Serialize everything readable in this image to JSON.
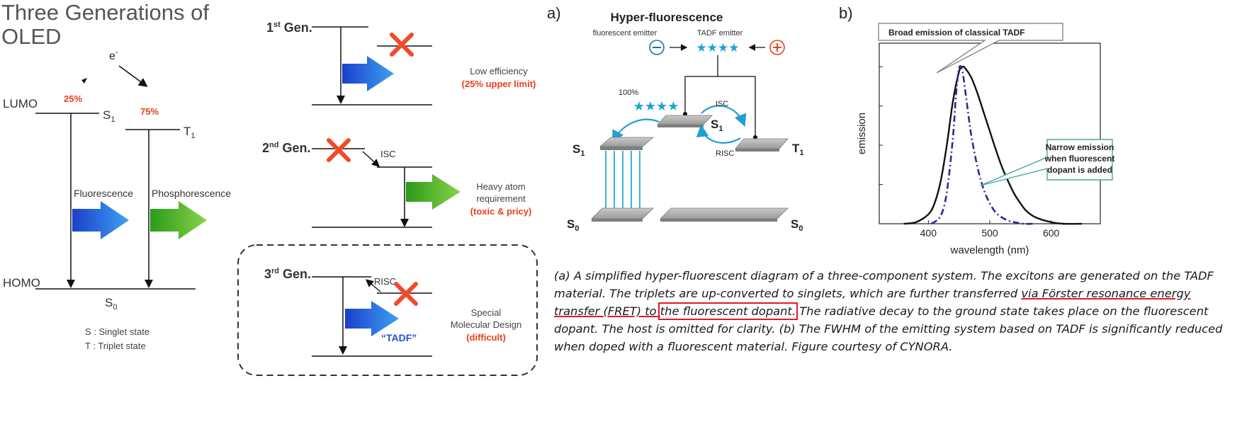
{
  "colors": {
    "red": "#e8401c",
    "cross": "#f04a2a",
    "blue_arrow": "#2f78e6",
    "green_arrow": "#4cb82a",
    "tadf_blue": "#2a4fd0",
    "cyan": "#1aa3d6",
    "curve_fluor": "#2b2b9a",
    "callout": "#46a89a",
    "highlight": "#e01b24",
    "underline": "#e01b24"
  },
  "left_panel": {
    "title_line1": "Three Generations of",
    "title_line2": "OLED",
    "electron": "e",
    "electron_sup": "-",
    "lumo": "LUMO",
    "homo": "HOMO",
    "pct_singlet": "25%",
    "pct_triplet": "75%",
    "s1": "S",
    "s1_sub": "1",
    "t1": "T",
    "t1_sub": "1",
    "s0": "S",
    "s0_sub": "0",
    "fluorescence": "Fluorescence",
    "phosphorescence": "Phosphorescence",
    "legend_s": "S : Singlet state",
    "legend_t": "T : Triplet state",
    "icons": [
      "arrow-icon",
      "arrow-icon"
    ]
  },
  "generations": [
    {
      "num": "1",
      "sup": "st",
      "word": " Gen.",
      "desc": "Low efficiency",
      "note": "(25% upper limit)"
    },
    {
      "num": "2",
      "sup": "nd",
      "word": " Gen.",
      "isc": "ISC",
      "desc1": "Heavy atom",
      "desc2": "requirement",
      "note": "(toxic & pricy)"
    },
    {
      "num": "3",
      "sup": "rd",
      "word": " Gen.",
      "risc": "RISC",
      "tadf": "“TADF”",
      "desc1": "Special",
      "desc2": "Molecular Design",
      "note": "(difficult)"
    }
  ],
  "panel_a": {
    "label": "a)",
    "title": "Hyper-fluorescence",
    "fluorescent_emitter": "fluorescent emitter",
    "tadf_emitter": "TADF emitter",
    "stars": "★★★★",
    "minus": "⊖",
    "plus": "⊕",
    "pct": "100%",
    "isc": "ISC",
    "risc": "RISC",
    "s1": "S",
    "s1_sub": "1",
    "t1": "T",
    "t1_sub": "1",
    "s0": "S",
    "s0_sub": "0"
  },
  "panel_b": {
    "label": "b)",
    "callout_broad": "Broad emission of classical TADF",
    "callout_narrow_1": "Narrow emission",
    "callout_narrow_2": "when fluorescent",
    "callout_narrow_3": "dopant is added"
  },
  "chart_data": {
    "type": "line",
    "xlabel": "wavelength (nm)",
    "ylabel": "emission",
    "x_ticks": [
      400,
      500,
      600
    ],
    "xlim": [
      320,
      680
    ],
    "ylim": [
      0,
      1.15
    ],
    "grid": false,
    "series": [
      {
        "style": "solid",
        "x": [
          360,
          380,
          400,
          410,
          420,
          430,
          440,
          450,
          455,
          460,
          470,
          480,
          490,
          500,
          510,
          520,
          530,
          540,
          550,
          560,
          575,
          600,
          620,
          650
        ],
        "values": [
          0.0,
          0.01,
          0.06,
          0.13,
          0.27,
          0.5,
          0.78,
          0.97,
          1.0,
          0.99,
          0.93,
          0.83,
          0.71,
          0.59,
          0.47,
          0.36,
          0.27,
          0.19,
          0.13,
          0.08,
          0.04,
          0.01,
          0.0,
          0.0
        ]
      },
      {
        "style": "dash-dot",
        "x": [
          405,
          420,
          430,
          440,
          445,
          450,
          455,
          460,
          465,
          470,
          480,
          490,
          500,
          510,
          520,
          530,
          540,
          555,
          570
        ],
        "values": [
          0.0,
          0.05,
          0.2,
          0.55,
          0.82,
          0.99,
          0.98,
          0.85,
          0.7,
          0.56,
          0.36,
          0.22,
          0.13,
          0.07,
          0.04,
          0.02,
          0.01,
          0.0,
          0.0
        ]
      }
    ]
  },
  "caption": {
    "part1": "(a) A simplified hyper-fluorescent diagram of a three-component system. The excitons are generated on the TADF material. The triplets are up-converted to singlets, which are further transferred ",
    "underlined": "via Förster resonance energy transfer (FRET) to ",
    "highlighted": "the fluorescent dopant.",
    "part2": " The radiative decay to the ground state takes place on the fluorescent dopant. The host is omitted for clarity. (b) The FWHM of the emitting system based on TADF is significantly reduced when doped with a fluorescent material. Figure courtesy of CYNORA."
  }
}
